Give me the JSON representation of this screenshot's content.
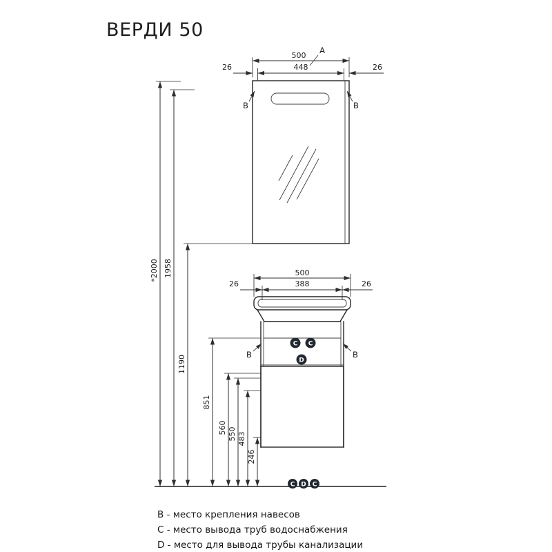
{
  "title": "ВЕРДИ 50",
  "upper": {
    "width": "500",
    "offset_left": "26",
    "span": "448",
    "offset_right": "26",
    "section_marker": "A",
    "mount_left": "B",
    "mount_right": "B"
  },
  "lower": {
    "width": "500",
    "offset_left": "26",
    "span": "388",
    "offset_right": "26",
    "mount_left": "B",
    "mount_right": "B",
    "water_left": "C",
    "water_right": "C",
    "drain": "D"
  },
  "heights": {
    "total": "*2000",
    "h1958": "1958",
    "h1190": "1190",
    "h851": "851",
    "h560": "560",
    "h550": "550",
    "h483": "483",
    "h246": "246"
  },
  "floor_markers": [
    "C",
    "D",
    "C"
  ],
  "legend": {
    "b": "B - место крепления навесов",
    "c": "C - место вывода труб водоснабжения",
    "d": "D - место для вывода трубы канализации"
  }
}
